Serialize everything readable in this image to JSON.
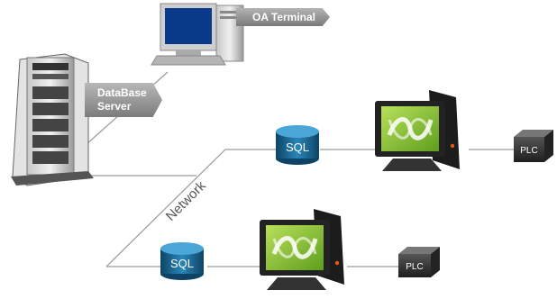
{
  "labels": {
    "oa_terminal": "OA Terminal",
    "database_server_line1": "DataBase",
    "database_server_line2": "Server",
    "network": "Network",
    "sql_top": "SQL",
    "sql_bottom": "SQL",
    "plc_top": "PLC",
    "plc_bottom": "PLC"
  },
  "colors": {
    "line": "#9a9a9a",
    "sql_cylinder": "#1f6f9a",
    "monitor_screen": "#8cc43c",
    "plc_box": "#333333"
  }
}
